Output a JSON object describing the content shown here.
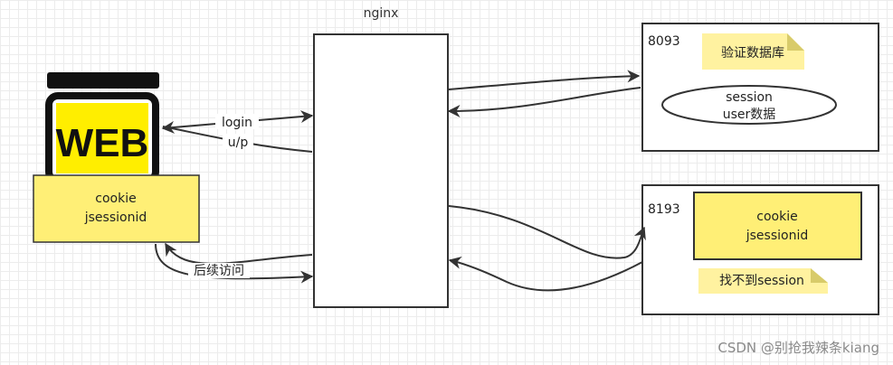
{
  "nginx": {
    "label": "nginx"
  },
  "web": {
    "logo_text": "WEB",
    "cookie_line1": "cookie",
    "cookie_line2": "jsessionid"
  },
  "arrows": {
    "login": "login",
    "up": "u/p",
    "subsequent": "后续访问"
  },
  "server_8093": {
    "port": "8093",
    "note": "验证数据库",
    "session_line1": "session",
    "session_line2": "user数据"
  },
  "server_8193": {
    "port": "8193",
    "cookie_line1": "cookie",
    "cookie_line2": "jsessionid",
    "note": "找不到session"
  },
  "watermark": "CSDN @别抢我辣条kiang",
  "colors": {
    "yellow": "#ffee00",
    "note_yellow": "#fff2a0",
    "cookie_fill": "#ffef76",
    "stroke": "#333333"
  }
}
